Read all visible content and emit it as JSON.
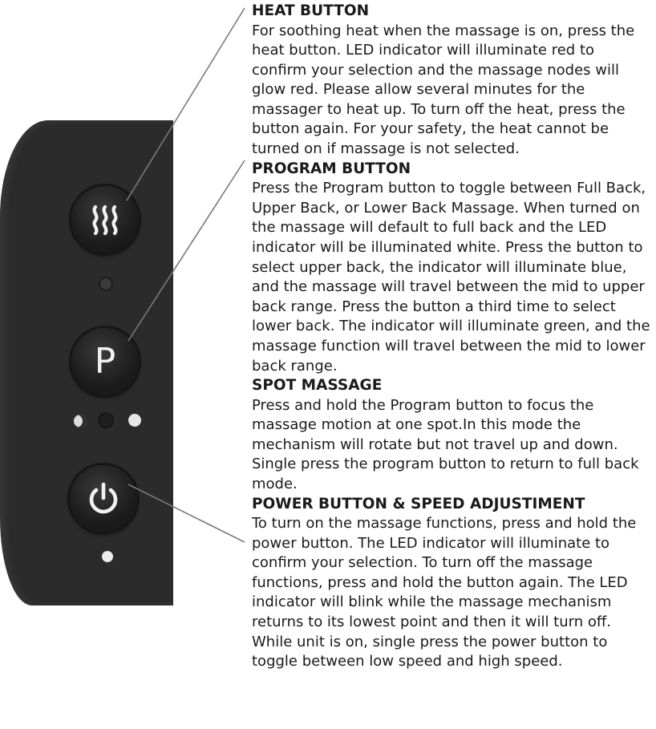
{
  "sections": [
    {
      "heading": "HEAT BUTTON",
      "body": "For soothing heat when the massage is on, press the heat button. LED indicator will illuminate red to confirm your selection and the massage nodes will glow red. Please allow several minutes for the massager to heat up. To turn off the heat, press the button again. For your safety, the heat cannot be turned on if massage is not selected."
    },
    {
      "heading": "PROGRAM BUTTON",
      "body": "Press the Program button to toggle between Full Back, Upper Back, or Lower Back Massage. When turned on the massage will default to full back and the LED indicator will be illuminated white. Press the button to select upper back, the indicator will illuminate blue, and the massage will travel between the mid to upper back range. Press the button a third time to select lower back. The indicator will illuminate green, and the massage function will travel between the mid to lower back range."
    },
    {
      "heading": "SPOT MASSAGE",
      "body": "Press and hold the Program button to focus the massage motion at one spot.In this mode the mechanism will rotate but not travel up and down. Single press the program button to return to full back mode."
    },
    {
      "heading": "POWER BUTTON & SPEED ADJUSTIMENT",
      "body": "To turn on the massage functions, press and hold the power button. The LED indicator will illuminate to confirm your selection. To turn off the massage functions, press and hold the button again. The LED indicator will blink while the massage mechanism returns to its lowest point and then it will turn off. While unit is on, single press the power button to toggle between low speed and high speed."
    }
  ],
  "remote": {
    "program_button_letter": "P",
    "heat_icon": "heat-waves-icon",
    "power_icon": "power-icon",
    "colors": {
      "panel": "#2b2b2b",
      "button": "#1c1c1c",
      "leader_line": "#7a7a7a"
    }
  }
}
